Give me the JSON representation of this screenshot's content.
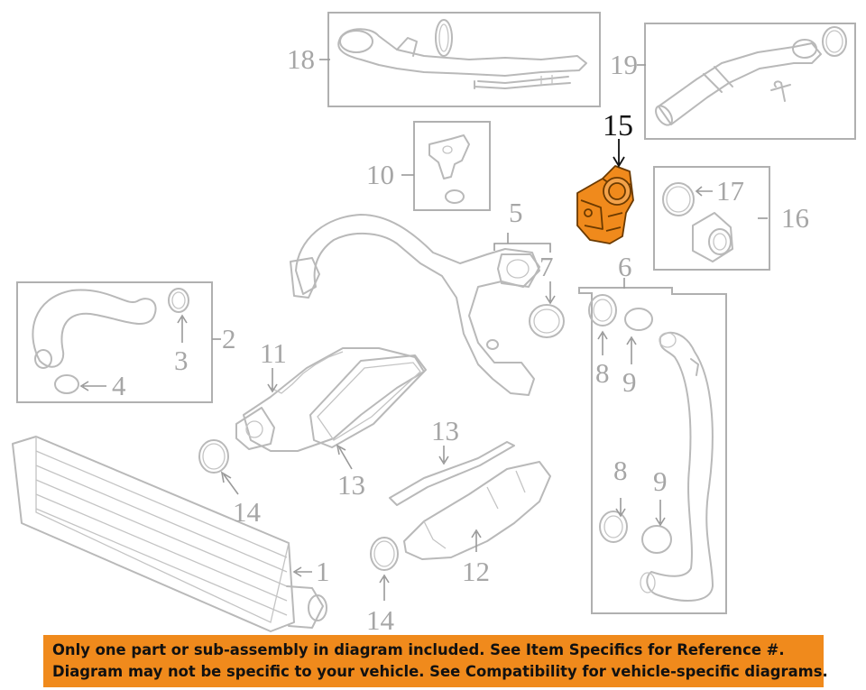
{
  "highlight_color": "#f08a1c",
  "banner_color": "#f08a1c",
  "callouts": {
    "c1": "1",
    "c2": "2",
    "c3": "3",
    "c4": "4",
    "c5": "5",
    "c6": "6",
    "c7": "7",
    "c8a": "8",
    "c8b": "8",
    "c9a": "9",
    "c9b": "9",
    "c10": "10",
    "c11": "11",
    "c12": "12",
    "c13a": "13",
    "c13b": "13",
    "c14a": "14",
    "c14b": "14",
    "c15": "15",
    "c16": "16",
    "c17": "17",
    "c18": "18",
    "c19": "19"
  },
  "banner": {
    "line1": "Only one part or sub-assembly in diagram included. See Item Specifics for Reference #.",
    "line2": "Diagram may not be specific to your vehicle. See Compatibility for vehicle-specific diagrams."
  }
}
